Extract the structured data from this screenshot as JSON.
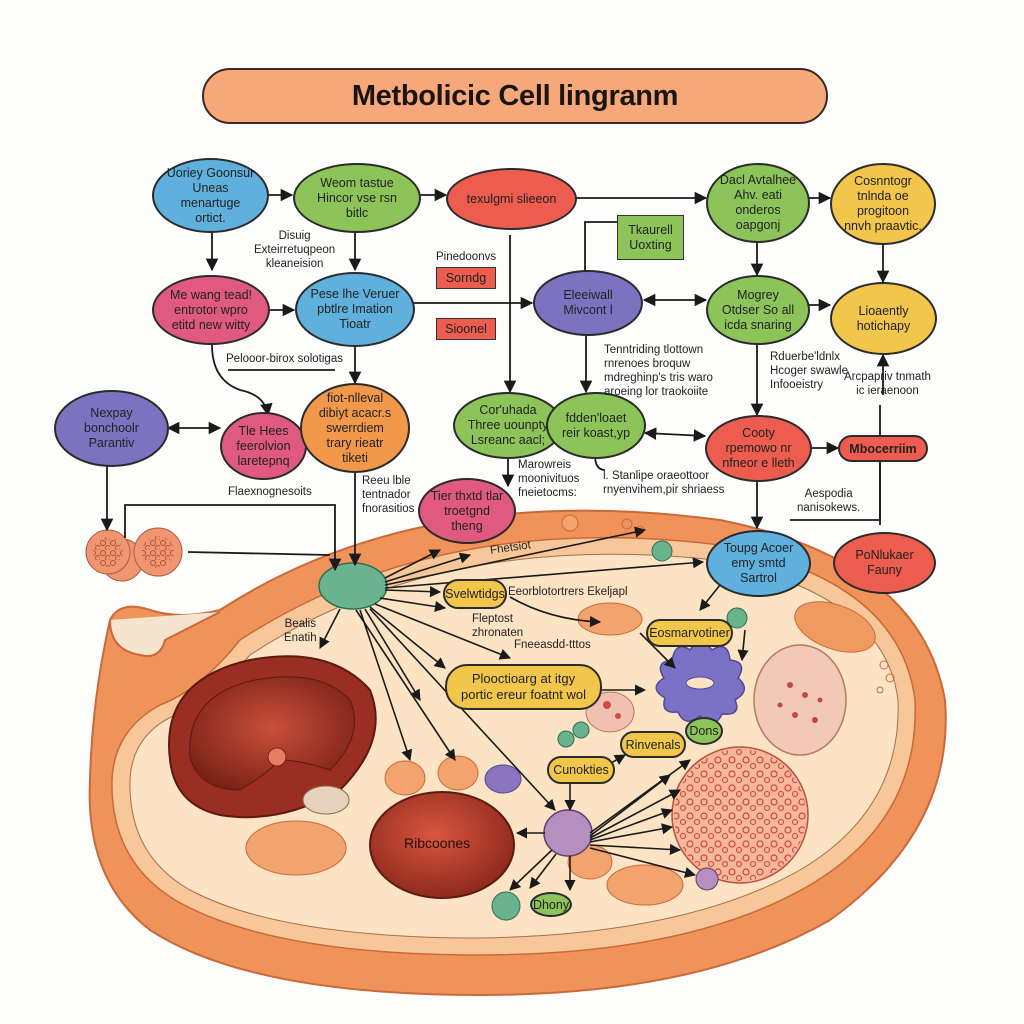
{
  "title": "Metbolicic Cell lingranm",
  "colors": {
    "title_bg": "#f6a87a",
    "blue": "#5fb0dd",
    "green": "#8cc45a",
    "red": "#ec5d4f",
    "pink": "#e05a80",
    "purple": "#7c73c0",
    "orange": "#f2984a",
    "yellow": "#f1c64a",
    "membrane": "#f0935a",
    "cytoplasm": "#fbe3c4"
  },
  "nodes": {
    "n1": "Uoriey Goonsur Uneas menartuge ortict.",
    "n2": "Weom tastue Hincor vse rsn bitlc",
    "n3": "texulgmi slieeon",
    "n4": "Dacl Avtalhee Ahv. eati onderos oapgonj",
    "n5": "Cosnntogr tnlnda oe progitoon nnvh praavtic.",
    "n6": "Me wang tead! entrotor wpro etitd new witty",
    "n7": "Pese lhe Veruer pbtlre Imation Tioatr",
    "n8": "Eleeiwall Mivcont l",
    "n9": "Mogrey Otdser So all icda snaring",
    "n10": "Lioaently hotichapy",
    "n11": "Nexpay bonchoolr Parantiv",
    "n12": "Tle Hees feerolvion laretepnq",
    "n13": "fiot-nlleval dibiyt acacr.s swerrdiem trary rieatr tiketi",
    "n14": "Cor'uhada Three uounpty Lsreanc aacl;",
    "n15": "fdden'loaet reir koast,yp",
    "n16": "Cooty rpemowo nr nfneor e lleth",
    "n17": "Mbocerriim",
    "n18": "Tier thxtd tlar troetgnd theng",
    "n19": "Toupg Acoer emy smtd Sartrol",
    "n20": "PoNlukaer Fauny"
  },
  "boxes": {
    "b1": "Tkaurell Uoxting",
    "b2": "Sorndg",
    "b3": "Sioonel"
  },
  "labels": {
    "l1": "Disuig\nExteirretuqpeon\nkleaneision",
    "l2": "Pinedoonvs",
    "l3": "Tenntriding tlottown\nrnrenoes broquw\nmdreghinp's tris waro\naroeing lor traokoiite",
    "l4": "Rduerbe'ldnlx\nHcoger swawle\nInfooeistry",
    "l5": "Arcpapriv tnmath\nic ieraenoon",
    "l6": "Pelooor-birox solotigas",
    "l7": "Flaexnognesoits",
    "l8": "Reeu lble\ntentnador\nfnorasitios",
    "l9": "Marowreis\nmoonivituos\nfneietocms:",
    "l10": "l. Stanlipe oraeottoor\nrnyenvihem,pir shriaess",
    "l11": "Aespodia\nnanisokews.",
    "l12": "Fhetsiot",
    "l13": "Eeorblotortrers Ekeljapl",
    "l14": "Fleptost\nzhronaten",
    "l15": "Fneeasdd-tttos",
    "l16": "Bealis\nEnatih"
  },
  "cell_labels": {
    "c1": "Svelwtidgs",
    "c2": "Plooctioarg at itgy\nportic ereur foatnt wol",
    "c3": "Eosmarvotiner",
    "c4": "Rinvenals",
    "c5": "Dons",
    "c6": "Cunokties",
    "c7": "Ribcoones",
    "c8": "Dhony"
  }
}
